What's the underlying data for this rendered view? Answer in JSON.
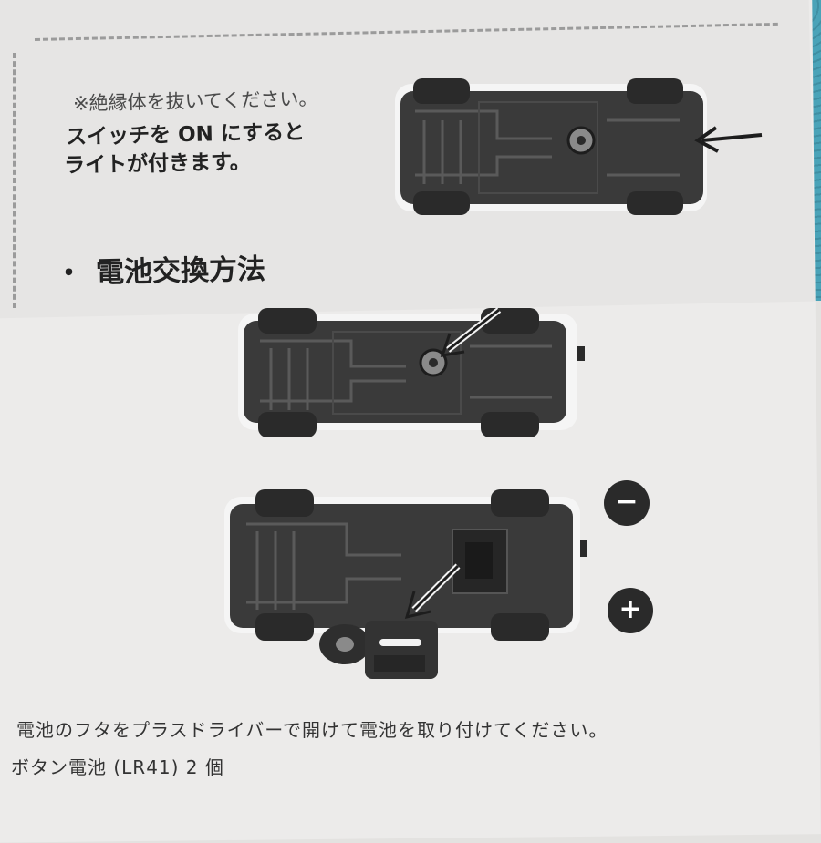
{
  "instructions_top": {
    "note": "※絶縁体を抜いてください。",
    "line2": "スイッチを ON にすると",
    "line3": "ライトが付きます。"
  },
  "section": {
    "bullet": "・",
    "heading": "電池交換方法"
  },
  "battery": {
    "minus_label": "−",
    "plus_label": "+"
  },
  "instructions_bottom": {
    "line1": "電池のフタをプラスドライバーで開けて電池を取り付けてください。",
    "line2": "ボタン電池 (LR41) 2 個"
  },
  "colors": {
    "paper": "#ecebea",
    "chassis": "#3a3a3a",
    "badge": "#2a2a2a"
  }
}
